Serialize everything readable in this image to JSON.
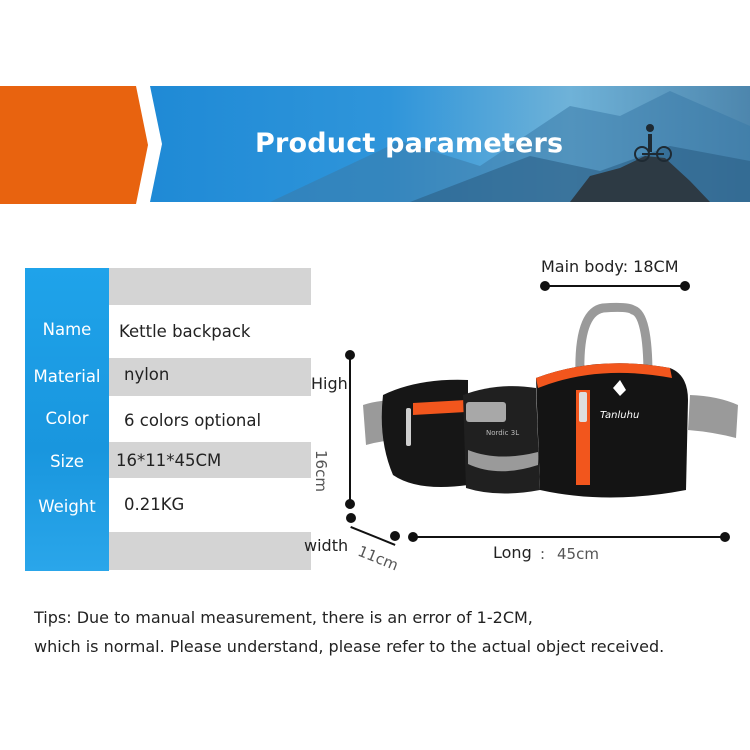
{
  "banner": {
    "title": "Product parameters",
    "colors": {
      "orange": "#e8630f",
      "blue": "#1f8ad6"
    }
  },
  "params": {
    "rows": [
      {
        "label": "Name",
        "value": "Kettle backpack"
      },
      {
        "label": "Material",
        "value": "nylon"
      },
      {
        "label": "Color",
        "value": "6 colors optional"
      },
      {
        "label": "Size",
        "value": "16*11*45CM"
      },
      {
        "label": "Weight",
        "value": "0.21KG"
      }
    ]
  },
  "dimensions": {
    "main_body": "Main body: 18CM",
    "high_label": "High",
    "high_value": "16cm",
    "width_label": "width",
    "width_value": "11cm",
    "long_label": "Long",
    "long_value": "45cm"
  },
  "product_image": {
    "brand": "Tanluhu",
    "model": "Nordic 3L",
    "colors": {
      "body": "#141414",
      "accent": "#f2561d",
      "strap": "#9a9a9a"
    }
  },
  "tips": {
    "line1": "Tips: Due to manual measurement, there is an error of 1-2CM,",
    "line2": "which is normal. Please understand, please refer to the actual object received."
  }
}
